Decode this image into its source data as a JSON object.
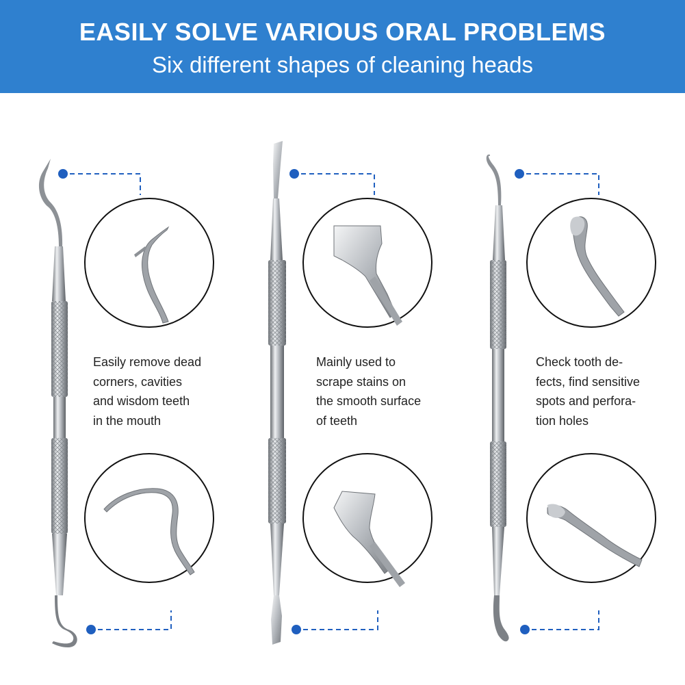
{
  "header": {
    "title": "EASILY SOLVE VARIOUS ORAL PROBLEMS",
    "subtitle": "Six different shapes of cleaning heads"
  },
  "tools": [
    {
      "lines": [
        "Easily remove dead",
        "corners, cavities",
        "and wisdom teeth",
        "in the mouth"
      ]
    },
    {
      "lines": [
        "Mainly used to",
        "scrape stains on",
        "the smooth surface",
        "of teeth"
      ]
    },
    {
      "lines": [
        "Check tooth de-",
        "fects, find sensitive",
        "spots and perfora-",
        "tion holes"
      ]
    }
  ],
  "colors": {
    "banner": "#2f80cf",
    "accent": "#1f5fbf",
    "text": "#222222"
  }
}
